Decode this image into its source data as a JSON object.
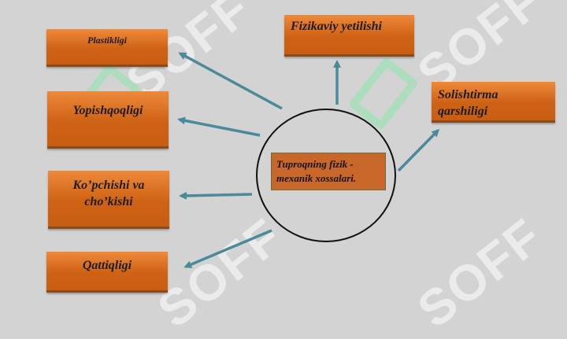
{
  "center": {
    "label": "Tuproqning fizik - mexanik xossalari."
  },
  "nodes": {
    "plastikligi": "Plastikligi",
    "yopishqoqligi": "Yopishqoqligi",
    "kopchishi": "Ko’pchishi va cho’kishi",
    "qattiqligi": "Qattiqligi",
    "fizikaviy": "Fizikaviy yetilishi",
    "solishtirma": "Solishtirma qarshiligi"
  },
  "watermark": {
    "text": "SOFF"
  },
  "colors": {
    "background": "#d3d3d3",
    "box_fill": "#d0641a",
    "arrow": "#4a8a9a",
    "circle_stroke": "#111111"
  }
}
